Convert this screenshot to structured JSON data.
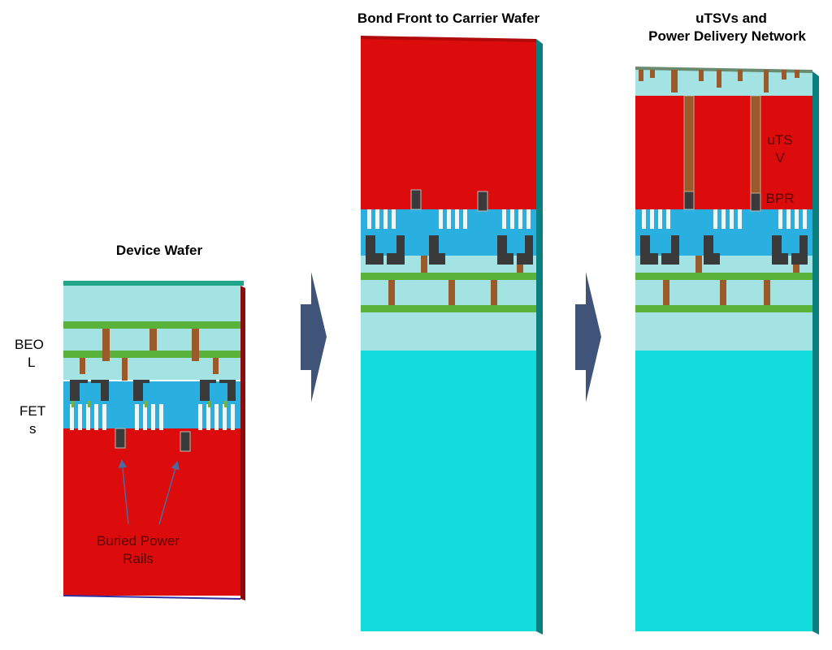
{
  "titles": {
    "device_wafer": "Device Wafer",
    "bond_front": "Bond Front to Carrier Wafer",
    "utsv_line1": "uTSVs and",
    "utsv_line2": "Power Delivery Network"
  },
  "labels": {
    "beol_1": "BEO",
    "beol_2": "L",
    "fets_1": "FET",
    "fets_2": "s",
    "bpr_1": "Buried Power",
    "bpr_2": "Rails",
    "utsv_1": "uTS",
    "utsv_2": "V",
    "bpr_short": "BPR"
  },
  "colors": {
    "silicon_red": "#dc0c0c",
    "carrier_cyan": "#12dcdc",
    "oxide": "#a4e3e3",
    "metal_green": "#59b33b",
    "via_brown": "#9b5a2a",
    "device_blue": "#2ab0e0",
    "arrow": "#3f5478"
  },
  "icons": [
    "right-arrow-icon",
    "right-arrow-icon"
  ]
}
